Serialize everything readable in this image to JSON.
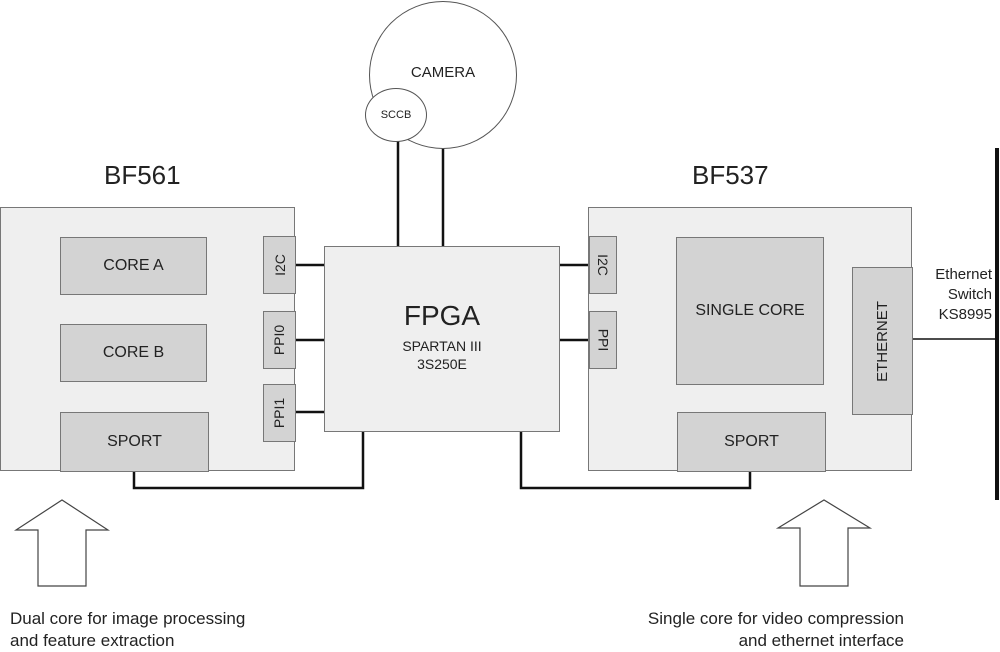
{
  "camera": {
    "label": "CAMERA",
    "port": "SCCB"
  },
  "bf561": {
    "title": "BF561",
    "core_a": "CORE A",
    "core_b": "CORE B",
    "sport": "SPORT",
    "i2c": "I2C",
    "ppi0": "PPI0",
    "ppi1": "PPI1"
  },
  "fpga": {
    "title": "FPGA",
    "line1": "SPARTAN III",
    "line2": "3S250E"
  },
  "bf537": {
    "title": "BF537",
    "core": "SINGLE CORE",
    "sport": "SPORT",
    "ethernet": "ETHERNET",
    "i2c": "I2C",
    "ppi": "PPI"
  },
  "switch": {
    "line1": "Ethernet",
    "line2": "Switch",
    "line3": "KS8995"
  },
  "notes": {
    "left": "Dual core for image processing\nand feature extraction",
    "right": "Single core for video compression\nand ethernet interface"
  }
}
